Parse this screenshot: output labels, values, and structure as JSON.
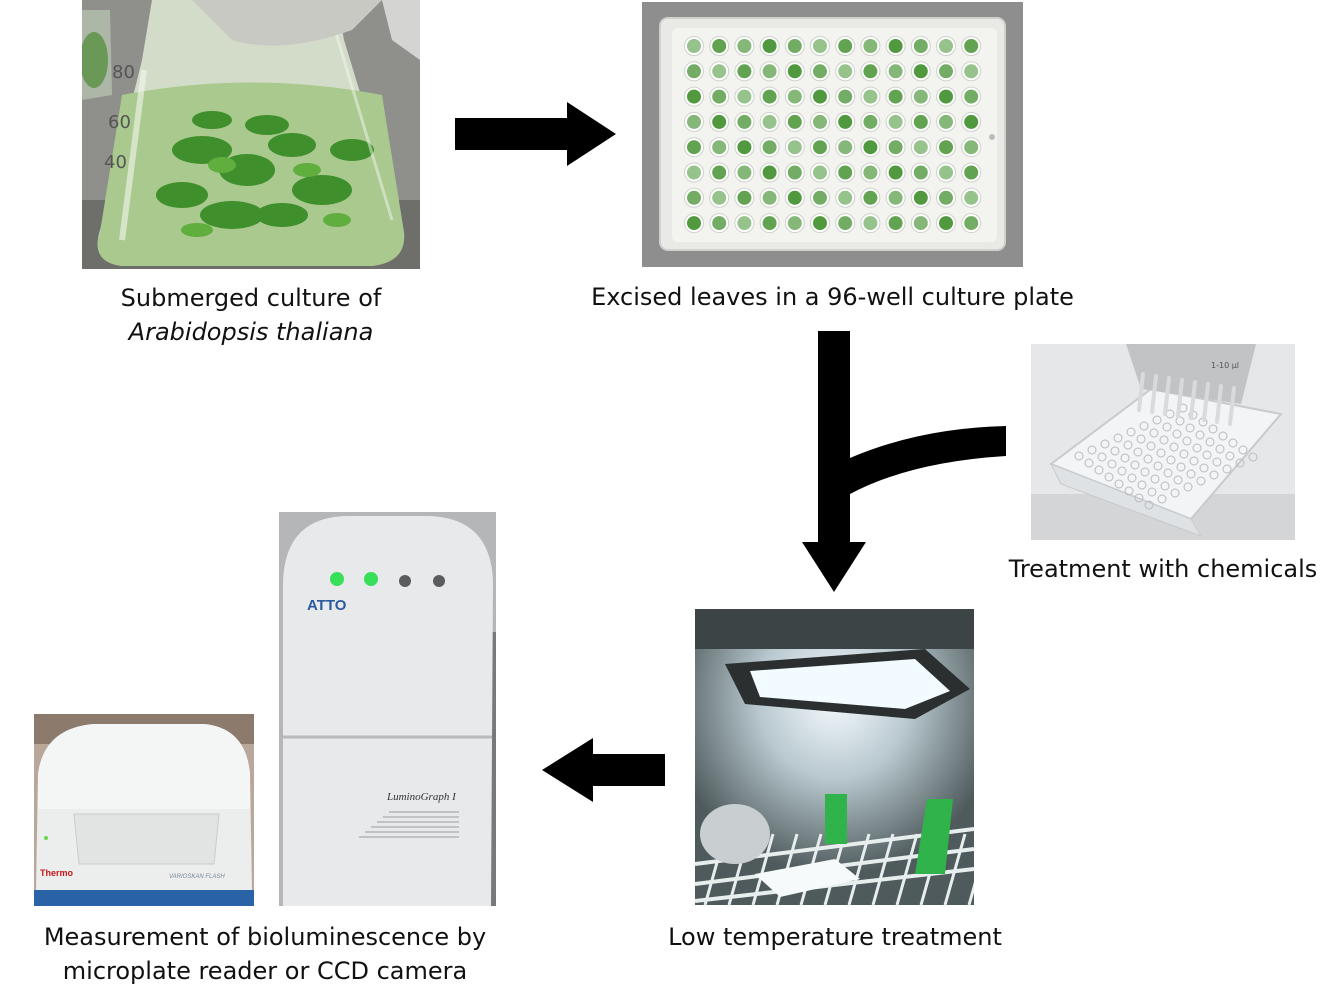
{
  "steps": {
    "culture": {
      "caption_line1": "Submerged culture of",
      "caption_line2": "Arabidopsis thaliana",
      "image_icon": "flask-with-plants-photo"
    },
    "plate": {
      "caption": "Excised leaves in a 96-well culture plate",
      "image_icon": "96-well-plate-photo"
    },
    "chemicals": {
      "caption": "Treatment with chemicals",
      "image_icon": "multichannel-pipette-photo"
    },
    "low_temp": {
      "caption": "Low temperature treatment",
      "image_icon": "incubator-light-photo"
    },
    "measurement": {
      "caption_line1": "Measurement of bioluminescence by",
      "caption_line2": "microplate reader or CCD camera",
      "reader_brand": "Thermo",
      "reader_model": "VARIOSKAN FLASH",
      "camera_brand": "ATTO",
      "camera_model": "LuminoGraph I",
      "image_icons": [
        "microplate-reader-photo",
        "ccd-camera-photo"
      ]
    }
  },
  "colors": {
    "arrow": "#000000",
    "leaf_green": "#3f8f2c",
    "plate_white": "#e9e9e6",
    "indicator_green": "#38e05a"
  }
}
